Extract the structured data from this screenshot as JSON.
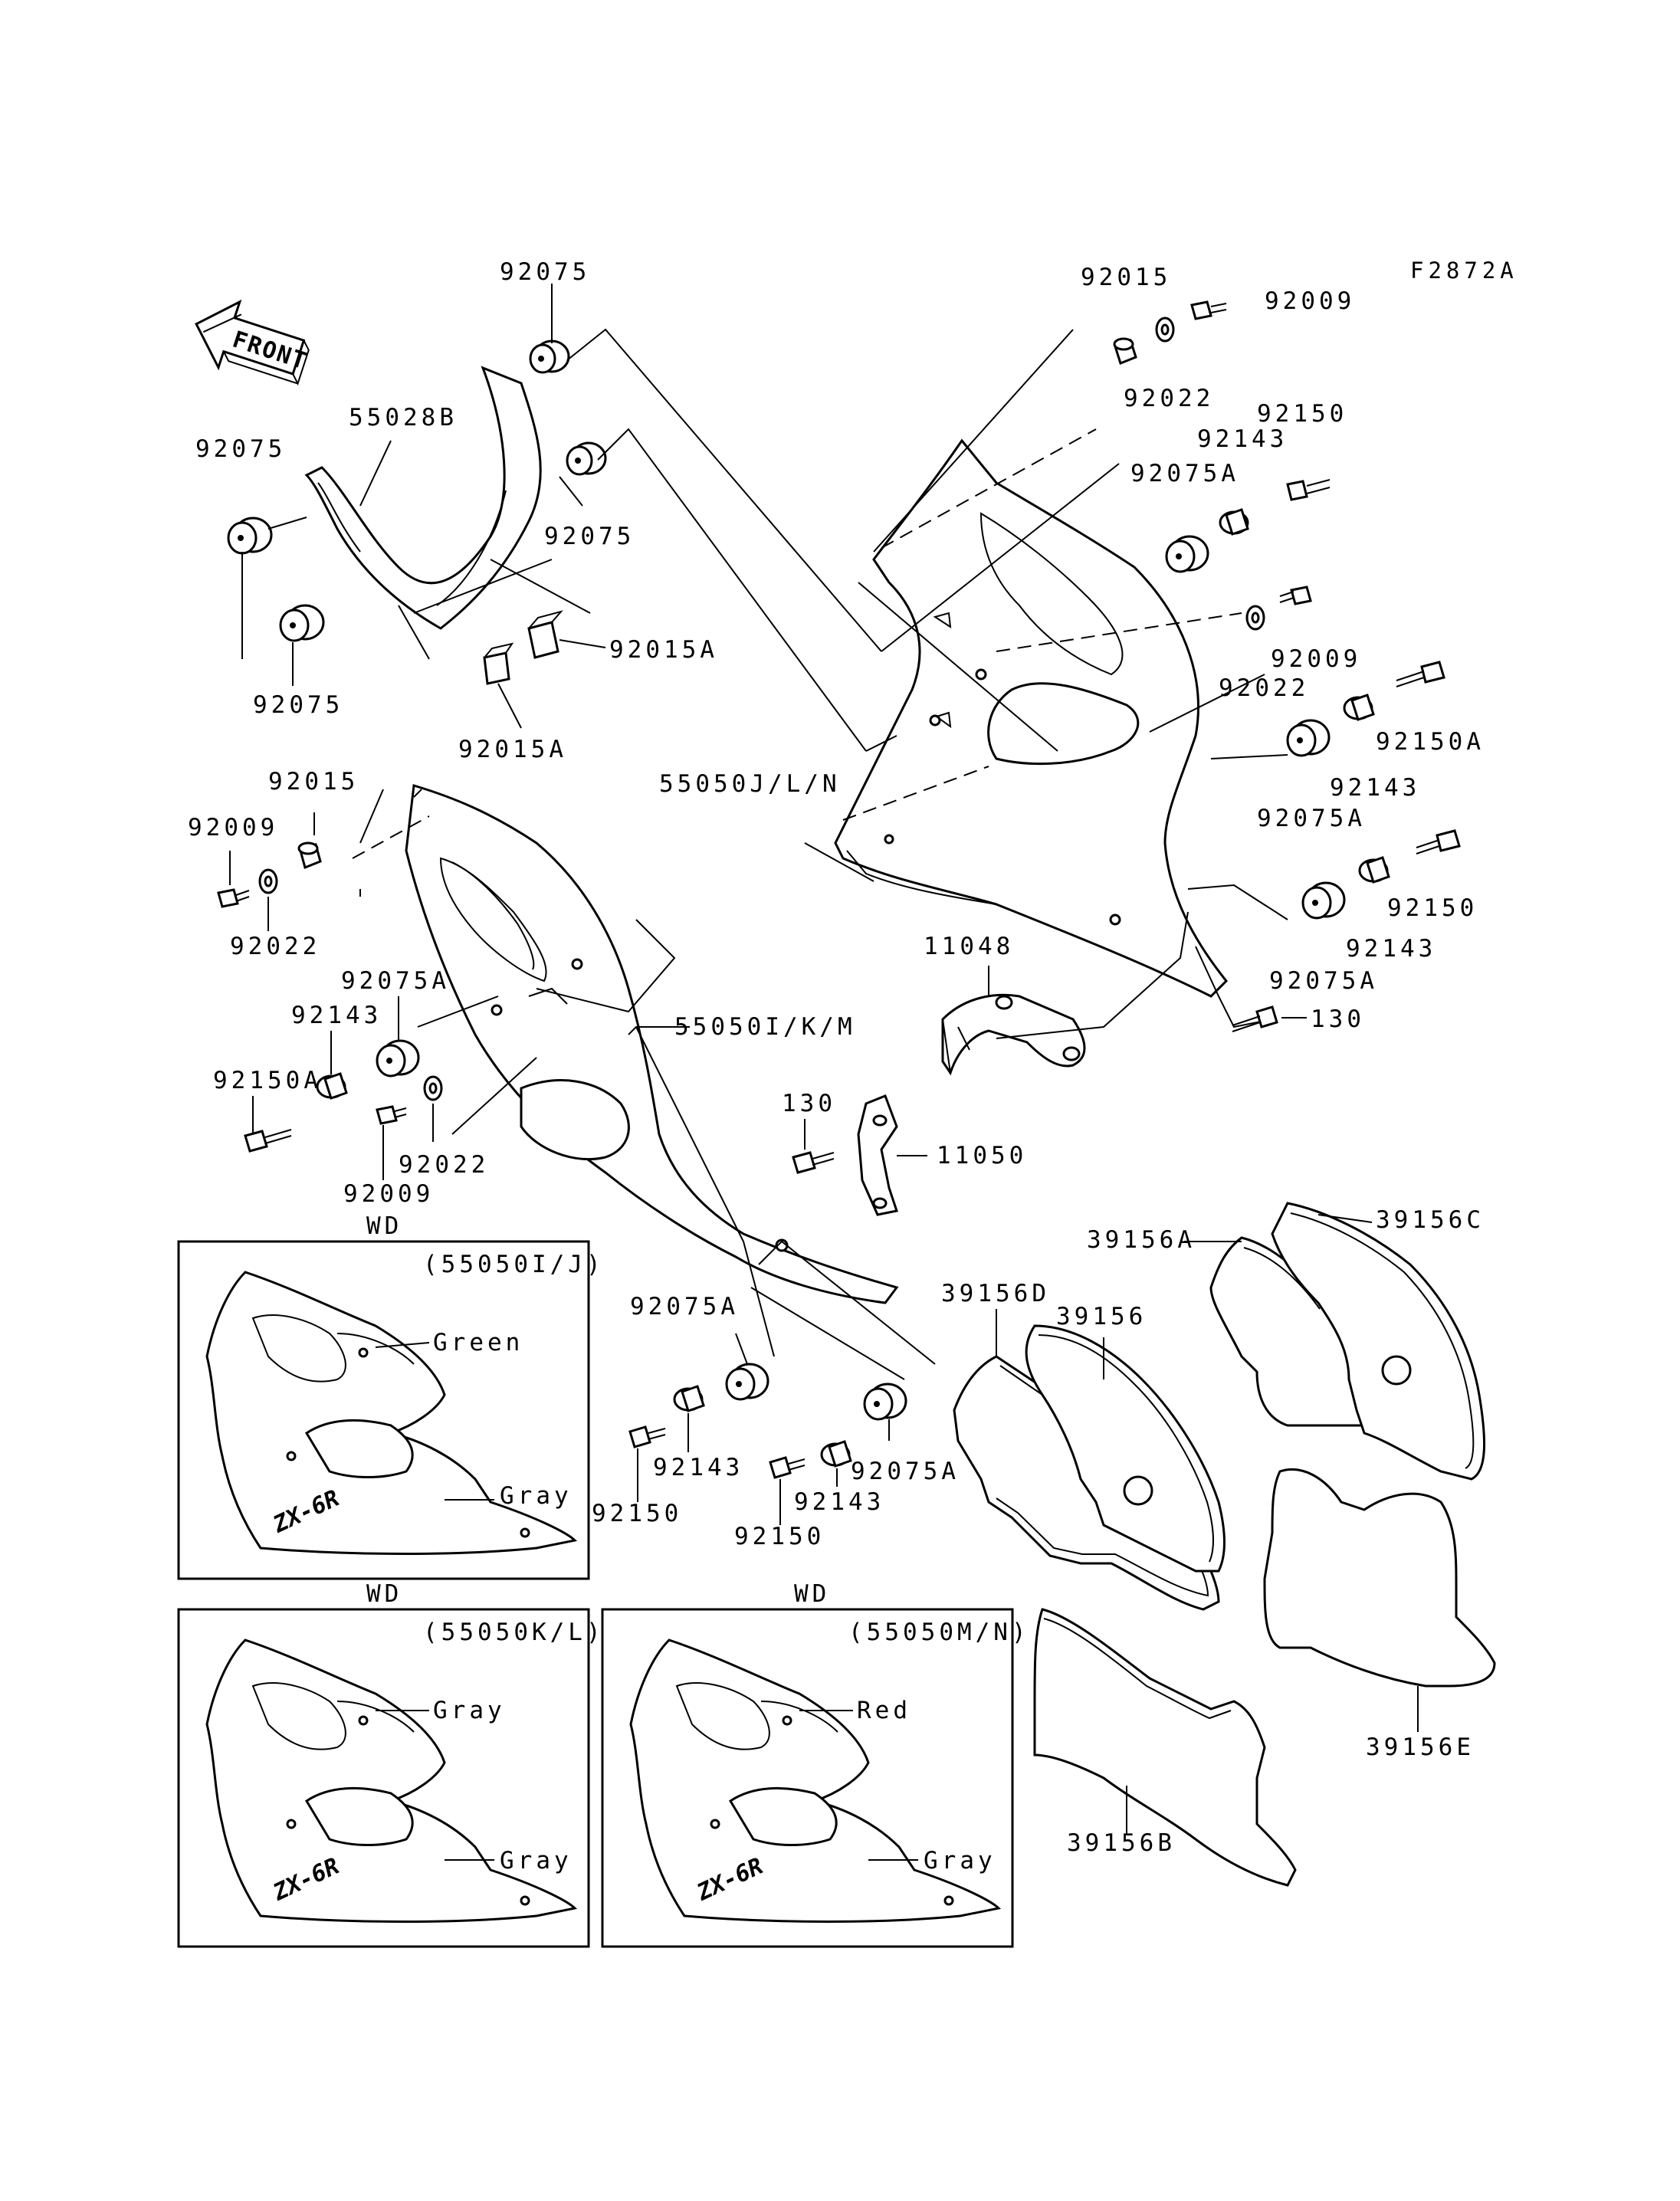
{
  "figure_code": "F2872A",
  "front_arrow": "FRONT",
  "labels": {
    "p92075_top": "92075",
    "p55028B": "55028B",
    "p92075_left": "92075",
    "p92075_mid": "92075",
    "p92075_low": "92075",
    "p92015A_a": "92015A",
    "p92015A_b": "92015A",
    "p92015_top": "92015",
    "p92009_top": "92009",
    "p92022_top": "92022",
    "p92150_top": "92150",
    "p92143_top": "92143",
    "p92075A_top": "92075A",
    "p92009_r": "92009",
    "p92022_r": "92022",
    "p92150A_r": "92150A",
    "p92143_r": "92143",
    "p92075A_r": "92075A",
    "p55050JLN": "55050J/L/N",
    "p92143_r2": "92143",
    "p92150_r2": "92150",
    "p92075A_r2": "92075A",
    "p11048": "11048",
    "p130_r": "130",
    "p92015_l": "92015",
    "p92009_l": "92009",
    "p92022_l": "92022",
    "p92075A_l": "92075A",
    "p92143_l": "92143",
    "p92150A_l": "92150A",
    "p55050IKM": "55050I/K/M",
    "p92022_l2": "92022",
    "p92009_l2": "92009",
    "p130_m": "130",
    "p11050": "11050",
    "p92075A_c": "92075A",
    "p92143_c": "92143",
    "p92150_c": "92150",
    "p92143_c2": "92143",
    "p92150_c2": "92150",
    "p92075A_c2": "92075A",
    "p39156A": "39156A",
    "p39156C": "39156C",
    "p39156D": "39156D",
    "p39156": "39156",
    "p39156E": "39156E",
    "p39156B": "39156B"
  },
  "variants": [
    {
      "header": "WD",
      "code": "(55050I/J)",
      "upper_color": "Green",
      "lower_color": "Gray",
      "logo": "ZX-6R"
    },
    {
      "header": "WD",
      "code": "(55050K/L)",
      "upper_color": "Gray",
      "lower_color": "Gray",
      "logo": "ZX-6R"
    },
    {
      "header": "WD",
      "code": "(55050M/N)",
      "upper_color": "Red",
      "lower_color": "Gray",
      "logo": "ZX-6R"
    }
  ]
}
